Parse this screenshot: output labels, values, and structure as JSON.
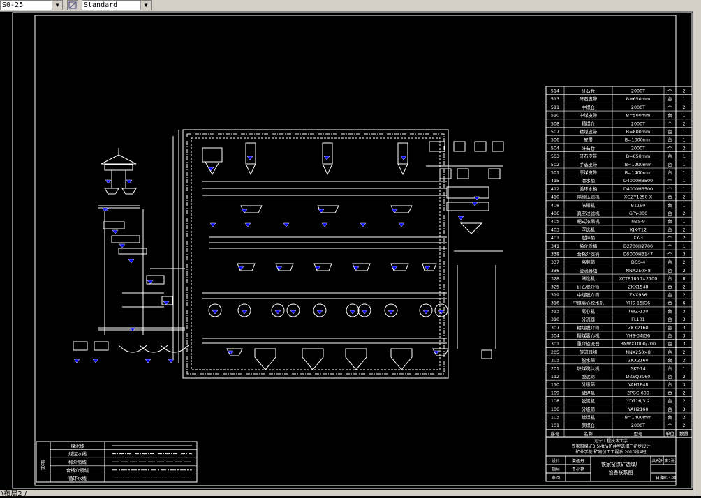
{
  "toolbar": {
    "dimstyle_value": "S0-25",
    "textstyle_value": "Standard",
    "icon": "dimstyle-icon"
  },
  "layout_tab": "\\布局2 /",
  "legend": {
    "side_label": "图例",
    "rows": [
      "煤泥线",
      "煤泥水线",
      "稀介质线",
      "合格介质线",
      "循环水线"
    ]
  },
  "bom": {
    "rows": [
      [
        "514",
        "矸石仓",
        "2000T",
        "个",
        "2"
      ],
      [
        "513",
        "矸石皮带",
        "B=650mm",
        "台",
        "1"
      ],
      [
        "511",
        "中煤仓",
        "2000T",
        "个",
        "2"
      ],
      [
        "510",
        "中煤皮带",
        "B=500mm",
        "台",
        "1"
      ],
      [
        "508",
        "精煤仓",
        "2000T",
        "个",
        "2"
      ],
      [
        "507",
        "精煤皮带",
        "B=800mm",
        "台",
        "1"
      ],
      [
        "506",
        "皮带",
        "B=1000mm",
        "台",
        "1"
      ],
      [
        "504",
        "矸石仓",
        "2000T",
        "个",
        "2"
      ],
      [
        "503",
        "矸石皮带",
        "B=650mm",
        "台",
        "1"
      ],
      [
        "502",
        "手选皮带",
        "B=1200mm",
        "台",
        "1"
      ],
      [
        "501",
        "原煤皮带",
        "B=1400mm",
        "台",
        "1"
      ],
      [
        "415",
        "清水桶",
        "D4000H3500",
        "个",
        "1"
      ],
      [
        "412",
        "循环水桶",
        "D4000H3500",
        "个",
        "1"
      ],
      [
        "410",
        "隔膜压滤机",
        "XGZY1250-X",
        "台",
        "2"
      ],
      [
        "408",
        "浓缩机",
        "B1190",
        "台",
        "1"
      ],
      [
        "406",
        "真空过滤机",
        "GPY-300",
        "台",
        "2"
      ],
      [
        "405",
        "耙式浓缩机",
        "NZS-9",
        "台",
        "1"
      ],
      [
        "403",
        "浮选机",
        "XJX-T12",
        "台",
        "2"
      ],
      [
        "401",
        "搅拌桶",
        "XY-3",
        "个",
        "2"
      ],
      [
        "341",
        "稀介质桶",
        "D2700H2700",
        "个",
        "1"
      ],
      [
        "338",
        "合格介质桶",
        "D5000H3147",
        "个",
        "3"
      ],
      [
        "337",
        "高频筛",
        "DGS-4",
        "台",
        "2"
      ],
      [
        "336",
        "旋流器组",
        "NNX250×8",
        "台",
        "2"
      ],
      [
        "328",
        "磁选机",
        "XCTB1050×2100",
        "台",
        "8"
      ],
      [
        "325",
        "矸石脱介筛",
        "ZKX1548",
        "台",
        "2"
      ],
      [
        "319",
        "中煤脱介筛",
        "ZKX936",
        "台",
        "2"
      ],
      [
        "316",
        "中煤离心脱水机",
        "YHS-15JG6",
        "台",
        "6"
      ],
      [
        "313",
        "离心机",
        "TWZ-130",
        "台",
        "3"
      ],
      [
        "310",
        "分流器",
        "FL101",
        "台",
        "3"
      ],
      [
        "307",
        "精煤脱介筛",
        "ZKX2160",
        "台",
        "3"
      ],
      [
        "304",
        "精煤离心机",
        "YHS-34JG6",
        "台",
        "3"
      ],
      [
        "301",
        "重介旋流器",
        "3NWX1000/700",
        "台",
        "3"
      ],
      [
        "205",
        "旋流器组",
        "NNX250×8",
        "台",
        "2"
      ],
      [
        "203",
        "脱水筛",
        "ZKX2160",
        "台",
        "2"
      ],
      [
        "201",
        "块煤跳汰机",
        "SKT-14",
        "台",
        "1"
      ],
      [
        "112",
        "脱泥筛",
        "DZSQ3060",
        "台",
        "2"
      ],
      [
        "110",
        "分级筛",
        "YAH1848",
        "台",
        "3"
      ],
      [
        "109",
        "破碎机",
        "2PGC-600",
        "台",
        "2"
      ],
      [
        "108",
        "脱泥机",
        "YDT16/3.2",
        "台",
        "2"
      ],
      [
        "106",
        "分级筛",
        "YAH2160",
        "台",
        "3"
      ],
      [
        "103",
        "给煤机",
        "B=1400mm",
        "台",
        "2"
      ],
      [
        "101",
        "原煤仓",
        "2000T",
        "个",
        "2"
      ]
    ],
    "header": [
      "序号",
      "名称",
      "型号",
      "单位",
      "数量"
    ]
  },
  "titleblock": {
    "school": "辽宁工程技术大学",
    "line2": "铁家窑煤矿3.5Mt/a矿井型选煤厂初步设计",
    "line3": "矿业学院  矿物加工工程系  2010级4班",
    "design_label": "设计",
    "design_name": "栾函丹",
    "review_label": "指导",
    "review_name": "鲁小艳",
    "approve_label": "审阅",
    "drawing_title1": "铁家窑煤矿选煤厂",
    "drawing_title2": "设备联系图",
    "sheets_label": "共6张",
    "sheet_label": "第2张",
    "date_label": "日期",
    "date_value": "2014.06"
  },
  "colors": {
    "background": "#000000",
    "lines": "#ffffff",
    "accent": "#0000ff",
    "toolbar": "#d4d0c8"
  }
}
